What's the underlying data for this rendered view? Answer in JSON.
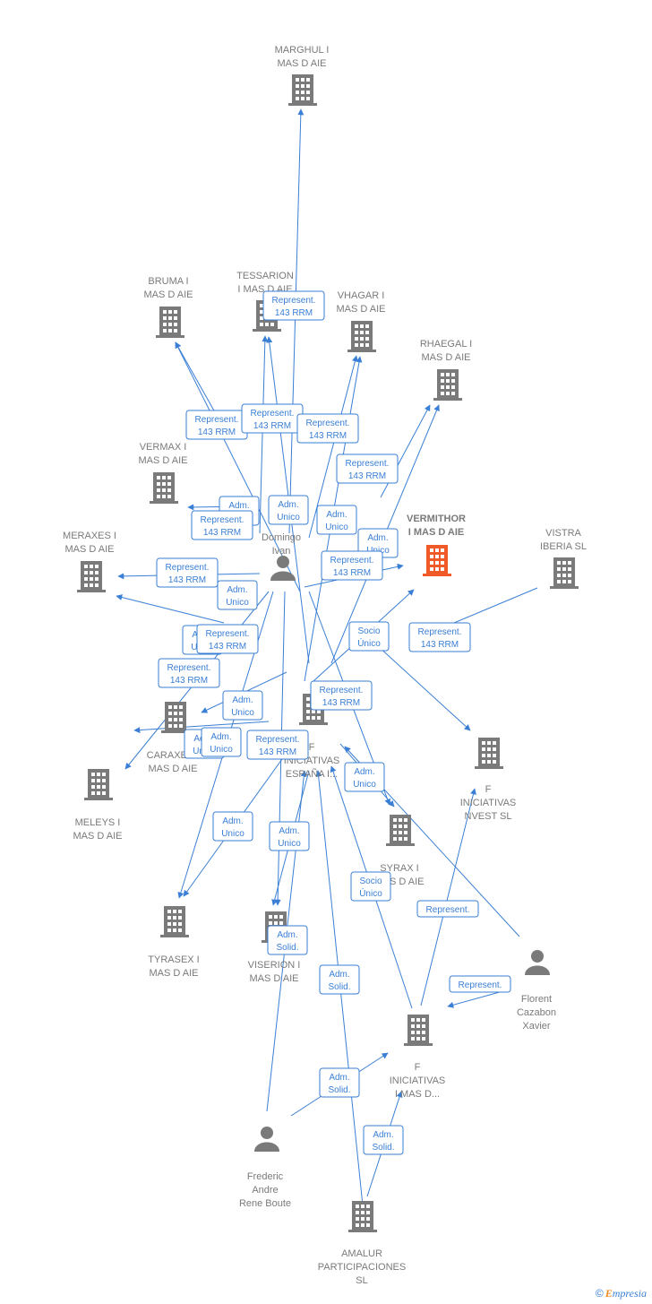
{
  "colors": {
    "edge": "#3a7fd5",
    "node": "#7a7a7a",
    "focus": "#f05a28"
  },
  "nodes": [
    {
      "id": "marghul",
      "type": "company",
      "lines": [
        "MARGHUL I",
        "MAS D  AIE"
      ]
    },
    {
      "id": "bruma",
      "type": "company",
      "lines": [
        "BRUMA I",
        "MAS D  AIE"
      ]
    },
    {
      "id": "tessarion",
      "type": "company",
      "lines": [
        "TESSARION",
        "I MAS D  AIE"
      ]
    },
    {
      "id": "vhagar",
      "type": "company",
      "lines": [
        "VHAGAR I",
        "MAS D  AIE"
      ]
    },
    {
      "id": "rhaegal",
      "type": "company",
      "lines": [
        "RHAEGAL I",
        "MAS D  AIE"
      ]
    },
    {
      "id": "vermax",
      "type": "company",
      "lines": [
        "VERMAX I",
        "MAS D  AIE"
      ]
    },
    {
      "id": "vermithor",
      "type": "company",
      "focus": true,
      "lines": [
        "VERMITHOR",
        "I MAS D  AIE"
      ]
    },
    {
      "id": "vistra",
      "type": "company",
      "lines": [
        "VISTRA",
        "IBERIA  SL"
      ]
    },
    {
      "id": "meraxes",
      "type": "company",
      "lines": [
        "MERAXES I",
        "MAS D  AIE"
      ]
    },
    {
      "id": "domingo",
      "type": "person",
      "lines": [
        "Domingo",
        "Ivan"
      ]
    },
    {
      "id": "caraxes",
      "type": "company",
      "lines": [
        "CARAXES I",
        "MAS D  AIE"
      ]
    },
    {
      "id": "fiesp",
      "type": "company",
      "lines": [
        "F",
        "INICIATIVAS",
        "ESPAÑA I..."
      ]
    },
    {
      "id": "finvest",
      "type": "company",
      "lines": [
        "F",
        "INICIATIVAS",
        "NVEST  SL"
      ]
    },
    {
      "id": "meleys",
      "type": "company",
      "lines": [
        "MELEYS I",
        "MAS D  AIE"
      ]
    },
    {
      "id": "syrax",
      "type": "company",
      "lines": [
        "SYRAX I",
        "MAS D  AIE"
      ]
    },
    {
      "id": "tyrasex",
      "type": "company",
      "lines": [
        "TYRASEX I",
        "MAS D  AIE"
      ]
    },
    {
      "id": "viserion",
      "type": "company",
      "lines": [
        "VISERION I",
        "MAS D  AIE"
      ]
    },
    {
      "id": "florent",
      "type": "person",
      "lines": [
        "Florent",
        "Cazabon",
        "Xavier"
      ]
    },
    {
      "id": "fimasd",
      "type": "company",
      "lines": [
        "F",
        "INICIATIVAS",
        "I MAS D..."
      ]
    },
    {
      "id": "frederic",
      "type": "person",
      "lines": [
        "Frederic",
        "Andre",
        "Rene Boute"
      ]
    },
    {
      "id": "amalur",
      "type": "company",
      "lines": [
        "AMALUR",
        "PARTICIPACIONES",
        "SL"
      ]
    }
  ],
  "relations": [
    {
      "id": "r1",
      "lines": [
        "Represent.",
        "143 RRM"
      ]
    },
    {
      "id": "r2",
      "lines": [
        "Represent.",
        "143 RRM"
      ]
    },
    {
      "id": "r3",
      "lines": [
        "Represent.",
        "143 RRM"
      ]
    },
    {
      "id": "r4",
      "lines": [
        "Represent.",
        "143 RRM"
      ]
    },
    {
      "id": "r5",
      "lines": [
        "Represent.",
        "143 RRM"
      ]
    },
    {
      "id": "r6",
      "lines": [
        "Adm.",
        "Unico"
      ]
    },
    {
      "id": "r7",
      "lines": [
        "Represent.",
        "143 RRM"
      ]
    },
    {
      "id": "r8",
      "lines": [
        "Adm.",
        "Unico"
      ]
    },
    {
      "id": "r9",
      "lines": [
        "Adm.",
        "Unico"
      ]
    },
    {
      "id": "r10",
      "lines": [
        "Adm.",
        "Unico"
      ]
    },
    {
      "id": "r11",
      "lines": [
        "Represent.",
        "143 RRM"
      ]
    },
    {
      "id": "r12",
      "lines": [
        "Represent.",
        "143 RRM"
      ]
    },
    {
      "id": "r13",
      "lines": [
        "Adm.",
        "Unico"
      ]
    },
    {
      "id": "r14",
      "lines": [
        "Adm.",
        "Unico"
      ]
    },
    {
      "id": "r15",
      "lines": [
        "Represent.",
        "143 RRM"
      ]
    },
    {
      "id": "r16",
      "lines": [
        "Socio",
        "Único"
      ]
    },
    {
      "id": "r17",
      "lines": [
        "Represent.",
        "143 RRM"
      ]
    },
    {
      "id": "r18",
      "lines": [
        "Represent.",
        "143 RRM"
      ]
    },
    {
      "id": "r19",
      "lines": [
        "Adm.",
        "Unico"
      ]
    },
    {
      "id": "r20",
      "lines": [
        "Represent.",
        "143 RRM"
      ]
    },
    {
      "id": "r21",
      "lines": [
        "Adm.",
        "Unico"
      ]
    },
    {
      "id": "r22",
      "lines": [
        "Represent.",
        "143 RRM"
      ]
    },
    {
      "id": "r23",
      "lines": [
        "Adm.",
        "Unico"
      ]
    },
    {
      "id": "r24",
      "lines": [
        "Represent."
      ]
    },
    {
      "id": "r25",
      "lines": [
        "Adm.",
        "Unico"
      ]
    },
    {
      "id": "r26",
      "lines": [
        "Adm.",
        "Unico"
      ]
    },
    {
      "id": "r27",
      "lines": [
        "Socio",
        "Único"
      ]
    },
    {
      "id": "r28",
      "lines": [
        "Adm.",
        "Unico"
      ]
    },
    {
      "id": "r29",
      "lines": [
        "Adm.",
        "Solid."
      ]
    },
    {
      "id": "r30",
      "lines": [
        "Represent."
      ]
    },
    {
      "id": "r31",
      "lines": [
        "Adm.",
        "Solid."
      ]
    },
    {
      "id": "r32",
      "lines": [
        "Adm.",
        "Solid."
      ]
    },
    {
      "id": "r33",
      "lines": [
        "Adm.",
        "Solid."
      ]
    }
  ],
  "footer": {
    "copyright": "©",
    "brand_initial": "E",
    "brand_rest": "mpresia"
  }
}
